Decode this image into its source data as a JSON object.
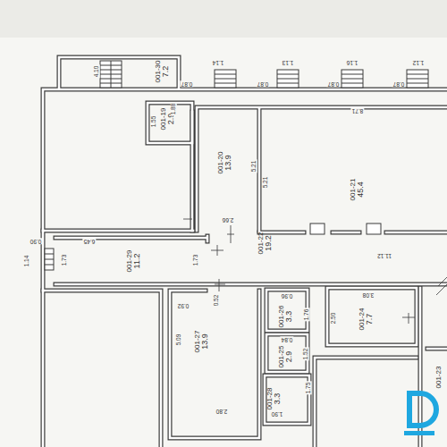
{
  "diagram": {
    "nodes": [
      {
        "text": [
          "001-30",
          "7.2"
        ]
      },
      {
        "text": [
          "001-19",
          "2.9"
        ]
      },
      {
        "text": [
          "001-20",
          "13.9"
        ]
      },
      {
        "text": [
          "001-21",
          "45.4"
        ]
      },
      {
        "text": [
          "001-29",
          "11.2"
        ]
      },
      {
        "text": [
          "001-22",
          "19.2"
        ]
      },
      {
        "text": [
          "001-26",
          "3.3"
        ]
      },
      {
        "text": [
          "001-24",
          "7.7"
        ]
      },
      {
        "text": [
          "001-25",
          "2.9"
        ]
      },
      {
        "text": [
          "001-27",
          "13.9"
        ]
      },
      {
        "text": [
          "001-28",
          "3.3"
        ]
      },
      {
        "text": [
          "001-23"
        ]
      }
    ],
    "labels": [
      "4.10",
      "1.14",
      "0.87",
      "1.13",
      "0.87",
      "1.16",
      "0.87",
      "1.12",
      "0.87",
      "8.71",
      "1.55",
      "1.88",
      "5.21",
      "5.21",
      "2.66",
      "0.90",
      "1.14",
      "6.45",
      "1.73",
      "1.73",
      "11.12",
      "0.92",
      "0.52",
      "0.96",
      "1.76",
      "3.08",
      "2.50",
      "0.84",
      "1.52",
      "5.09",
      "1.75",
      "2.80",
      "1.90"
    ]
  }
}
